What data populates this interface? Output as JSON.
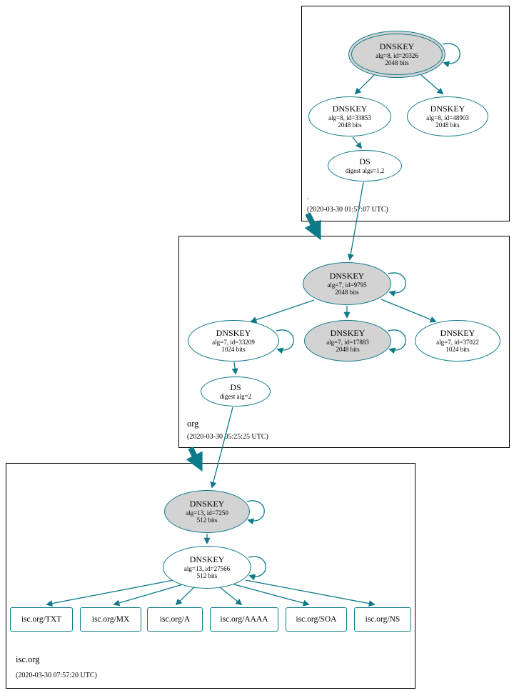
{
  "diagram_type": "dnssec-authentication-chain",
  "colors": {
    "edge": "#0d7a8a",
    "ksk_fill": "#d3d3d3",
    "node_fill": "#ffffff",
    "zone_border": "#000000"
  },
  "zones": [
    {
      "name": ".",
      "timestamp": "(2020-03-30 01:57:07 UTC)",
      "nodes": {
        "ksk": {
          "label": "DNSKEY",
          "detail": "alg=8, id=20326",
          "size": "2048 bits"
        },
        "zsk": {
          "label": "DNSKEY",
          "detail": "alg=8, id=33853",
          "size": "2048 bits"
        },
        "standby": {
          "label": "DNSKEY",
          "detail": "alg=8, id=48903",
          "size": "2048 bits"
        },
        "ds": {
          "label": "DS",
          "detail": "digest algs=1,2"
        }
      }
    },
    {
      "name": "org",
      "timestamp": "(2020-03-30 05:25:25 UTC)",
      "nodes": {
        "ksk": {
          "label": "DNSKEY",
          "detail": "alg=7, id=9795",
          "size": "2048 bits"
        },
        "zsk1": {
          "label": "DNSKEY",
          "detail": "alg=7, id=33209",
          "size": "1024 bits"
        },
        "ksk2": {
          "label": "DNSKEY",
          "detail": "alg=7, id=17883",
          "size": "2048 bits"
        },
        "zsk2": {
          "label": "DNSKEY",
          "detail": "alg=7, id=37022",
          "size": "1024 bits"
        },
        "ds": {
          "label": "DS",
          "detail": "digest alg=2"
        }
      }
    },
    {
      "name": "isc.org",
      "timestamp": "(2020-03-30 07:57:20 UTC)",
      "nodes": {
        "ksk": {
          "label": "DNSKEY",
          "detail": "alg=13, id=7250",
          "size": "512 bits"
        },
        "zsk": {
          "label": "DNSKEY",
          "detail": "alg=13, id=27566",
          "size": "512 bits"
        }
      },
      "rrsets": [
        "isc.org/TXT",
        "isc.org/MX",
        "isc.org/A",
        "isc.org/AAAA",
        "isc.org/SOA",
        "isc.org/NS"
      ]
    }
  ]
}
